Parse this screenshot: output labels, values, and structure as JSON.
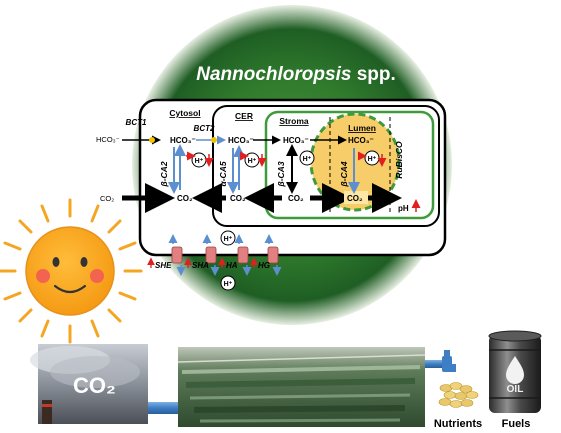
{
  "title": {
    "genus": "Nannochloropsis",
    "suffix": " spp."
  },
  "compartments": {
    "cytosol": "Cytosol",
    "cer": "CER",
    "stroma": "Stroma",
    "lumen": "Lumen"
  },
  "transporters": {
    "bct1": "BCT1",
    "bct2": "BCT2"
  },
  "species": {
    "hco3_out": "HCO₃⁻",
    "co2_out": "CO₂",
    "hco3": "HCO₃⁻",
    "co2": "CO₂",
    "h": "H⁺"
  },
  "enzymes": {
    "bca2": "β-CA2",
    "aca5": "α-CA5",
    "bca3": "β-CA3",
    "bca4": "β-CA4",
    "rubisco": "RuBisCO"
  },
  "ph_label": "pH",
  "pumps": [
    "SHE",
    "SHA",
    "HA",
    "HG"
  ],
  "bottom": {
    "co2_label": "CO₂",
    "nutrients": "Nutrients",
    "fuels": "Fuels",
    "oil": "OIL"
  },
  "colors": {
    "cell_green": "#2f7a2c",
    "lumen_yellow": "#f7cd6a",
    "stroma_border": "#3e9a3a",
    "arrow_blue": "#5b8fd0",
    "arrow_red": "#e02020",
    "sun_orange": "#f4a623",
    "transporter_yellow": "#f2c200"
  }
}
